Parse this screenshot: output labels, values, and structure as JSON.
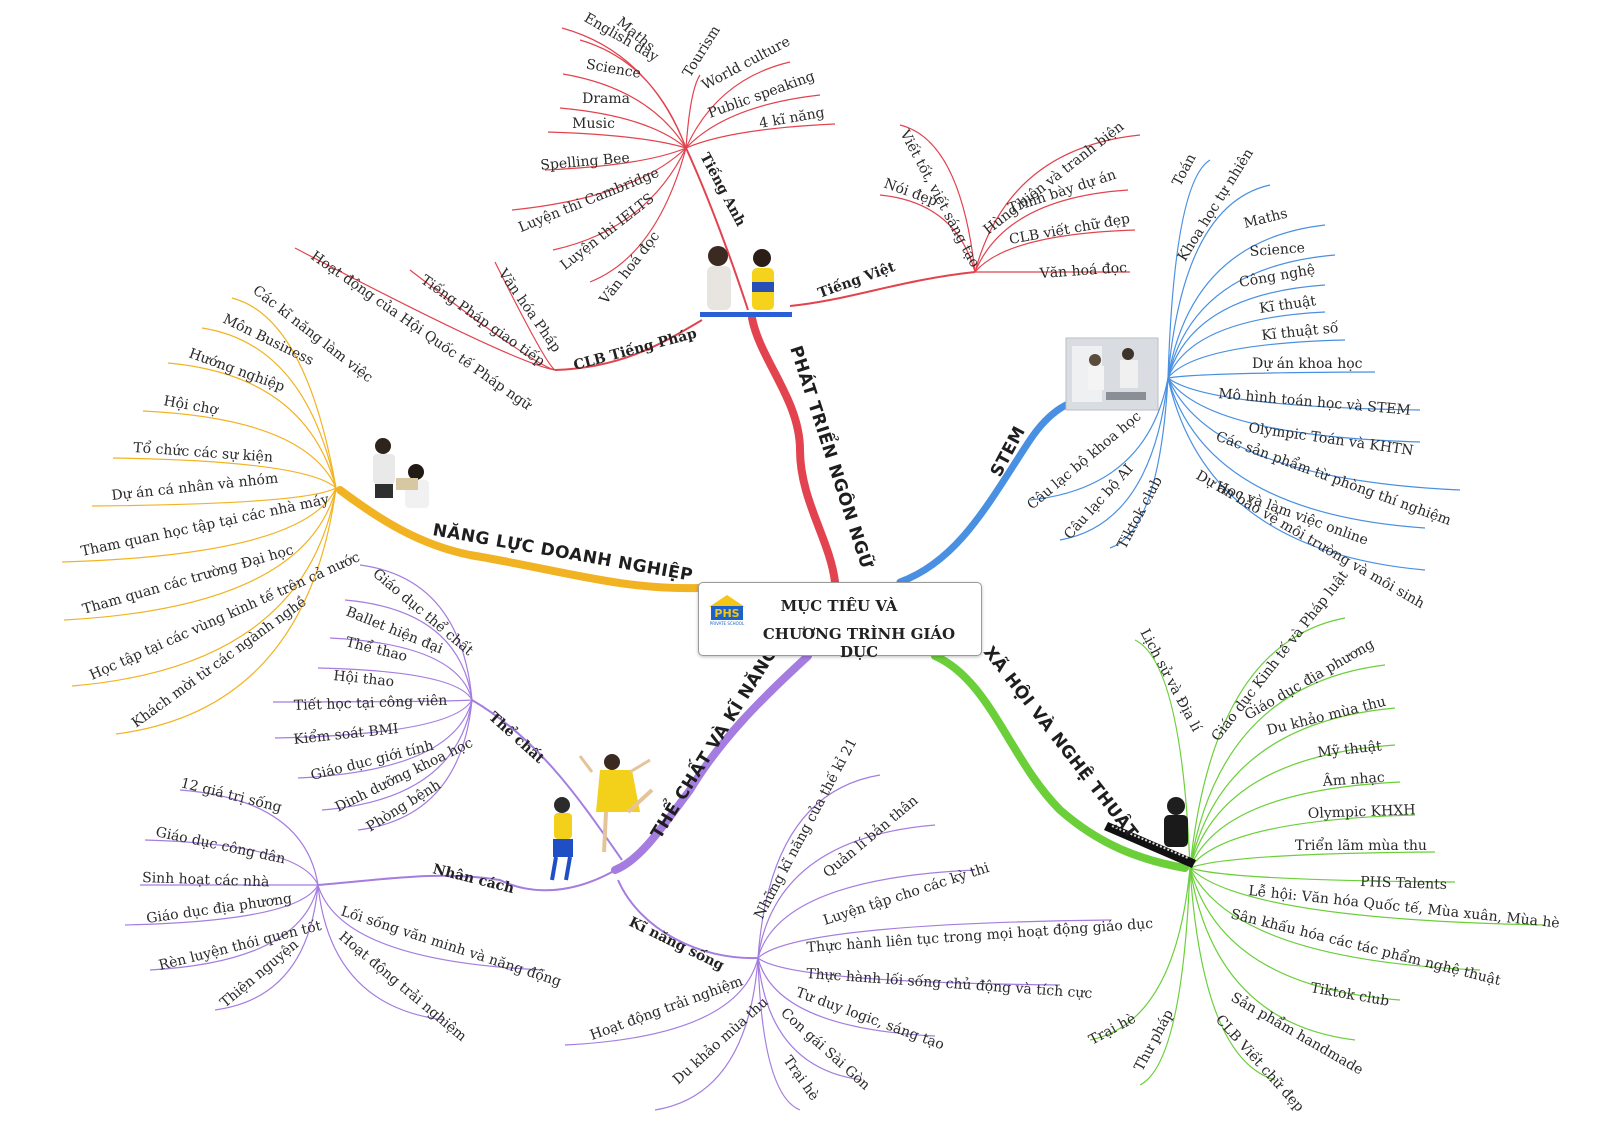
{
  "center": {
    "line1": "MỤC TIÊU VÀ",
    "line2": "CHƯƠNG TRÌNH GIÁO DỤC",
    "logo_text": "PHS",
    "logo_sub": "PRIVATE SCHOOL"
  },
  "colors": {
    "language": "#e2434e",
    "stem": "#4a90e2",
    "social_arts": "#6bcf3a",
    "physical_skills": "#a57de0",
    "business": "#f2b322",
    "center_border": "#9a9a9a"
  },
  "branches": {
    "language": {
      "title": "PHÁT TRIỂN NGÔN NGỮ",
      "sub_english": "Tiếng Anh",
      "english_items": [
        "Maths",
        "English day",
        "Science",
        "Drama",
        "Music",
        "Spelling Bee",
        "Luyện thi Cambridge",
        "Luyện thi IELTS",
        "Văn hoá đọc",
        "Tourism",
        "World culture",
        "Public speaking",
        "4 kĩ năng"
      ],
      "sub_vietnamese": "Tiếng Việt",
      "vietnamese_items": [
        "Nói đẹp",
        "Viết tốt, viết sáng tạo",
        "Hùng biện và tranh biện",
        "Trình bày dự án",
        "CLB viết chữ đẹp",
        "Văn hoá đọc"
      ],
      "sub_french": "CLB Tiếng Pháp",
      "french_items": [
        "Hoạt động của Hội Quốc tế Pháp ngữ",
        "Tiếng Pháp giao tiếp",
        "Văn hóa Pháp"
      ]
    },
    "stem": {
      "title": "STEM",
      "items": [
        "Toán",
        "Khoa học tự nhiên",
        "Maths",
        "Science",
        "Công nghệ",
        "Kĩ thuật",
        "Kĩ thuật số",
        "Dự án khoa học",
        "Mô hình toán học và STEM",
        "Olympic Toán và KHTN",
        "Các sản phẩm từ phòng thí nghiệm",
        "Học và làm việc online",
        "Dự án bảo vệ môi trường và môi sinh",
        "Câu lạc bộ khoa học",
        "Câu lạc bộ AI",
        "Tiktok club"
      ]
    },
    "social_arts": {
      "title": "XÃ HỘI VÀ NGHỆ THUẬT",
      "items": [
        "Lịch sử và Địa lí",
        "Giáo dục Kinh tế và Pháp luật",
        "Giáo dục địa phương",
        "Du khảo mùa thu",
        "Mỹ thuật",
        "Âm nhạc",
        "Olympic KHXH",
        "Triển lãm mùa thu",
        "PHS Talents",
        "Lễ hội: Văn hóa Quốc tế, Mùa xuân, Mùa hè",
        "Sân khấu hóa các tác phẩm nghệ thuật",
        "Tiktok club",
        "Sản phẩm handmade",
        "CLB Viết chữ đẹp",
        "Thư pháp",
        "Trại hè"
      ]
    },
    "physical_skills": {
      "title": "THỂ CHẤT VÀ KĨ NĂNG",
      "sub_physical": "Thể chất",
      "physical_items": [
        "Giáo dục thể chất",
        "Ballet hiện đại",
        "Thể thao",
        "Hội thao",
        "Tiết học tại công viên",
        "Kiểm soát BMI",
        "Giáo dục giới tính",
        "Dinh dưỡng khoa học",
        "Phòng bệnh"
      ],
      "sub_character": "Nhân cách",
      "character_items": [
        "12 giá trị sống",
        "Giáo dục công dân",
        "Sinh hoạt các nhà",
        "Giáo dục địa phương",
        "Rèn luyện thói quen tốt",
        "Thiện nguyện",
        "Lối sống văn minh và năng động",
        "Hoạt động trải nghiệm"
      ],
      "sub_life": "Kĩ năng sống",
      "life_items": [
        "Những kĩ năng của thế kỉ 21",
        "Quản lí bản thân",
        "Luyện tập cho các kỳ thi",
        "Thực hành liên tục trong mọi hoạt động giáo dục",
        "Thực hành lối sống chủ động và tích cực",
        "Tư duy logic, sáng tạo",
        "Con gái Sài Gòn",
        "Trại hè",
        "Du khảo mùa thu",
        "Hoạt động trải nghiệm"
      ]
    },
    "business": {
      "title": "NĂNG LỰC DOANH NGHIỆP",
      "items": [
        "Các kĩ năng làm việc",
        "Môn Business",
        "Hướng nghiệp",
        "Hội chợ",
        "Tổ chức các sự kiện",
        "Dự án cá nhân và nhóm",
        "Tham quan học tập tại các nhà máy",
        "Tham quan các trường Đại học",
        "Học tập tại các vùng kinh tế trên cả nước",
        "Khách mời từ các ngành nghề"
      ]
    }
  }
}
